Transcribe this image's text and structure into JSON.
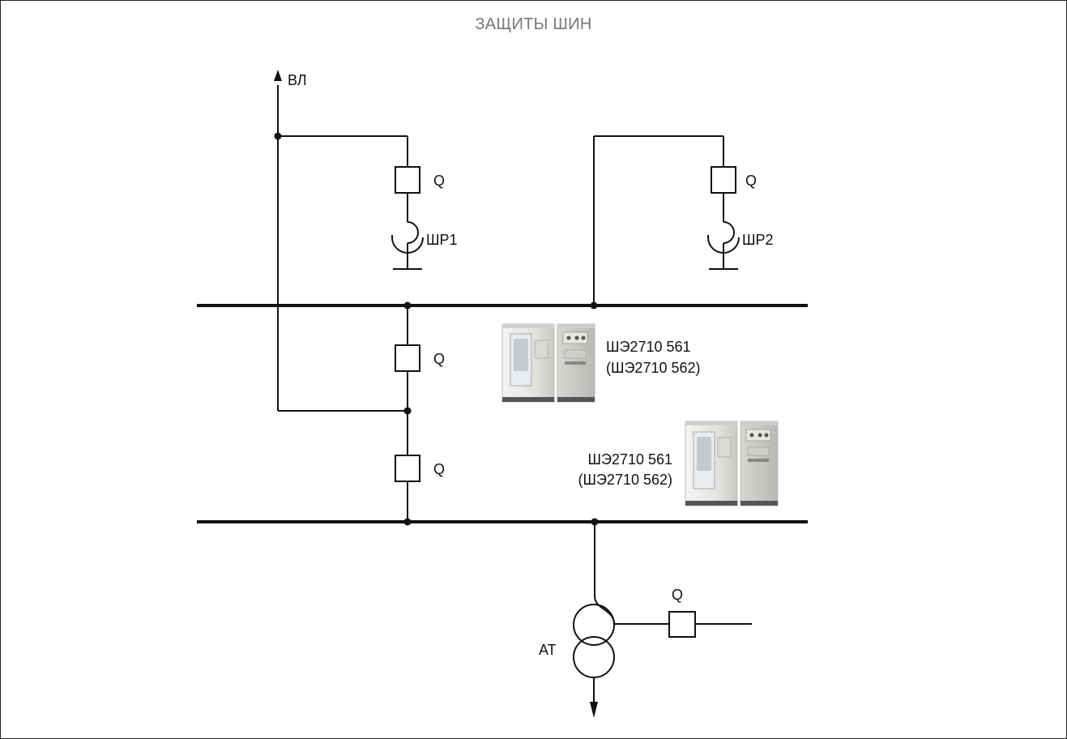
{
  "title": "ЗАЩИТЫ ШИН",
  "labels": {
    "line": "ВЛ",
    "breaker_q": "Q",
    "disconnector_1": "ШР1",
    "disconnector_2": "ШР2",
    "transformer": "АТ"
  },
  "cabinets": [
    {
      "name": "ШЭ2710 561",
      "alt": "(ШЭ2710 562)"
    },
    {
      "name": "ШЭ2710 561",
      "alt": "(ШЭ2710 562)"
    }
  ]
}
